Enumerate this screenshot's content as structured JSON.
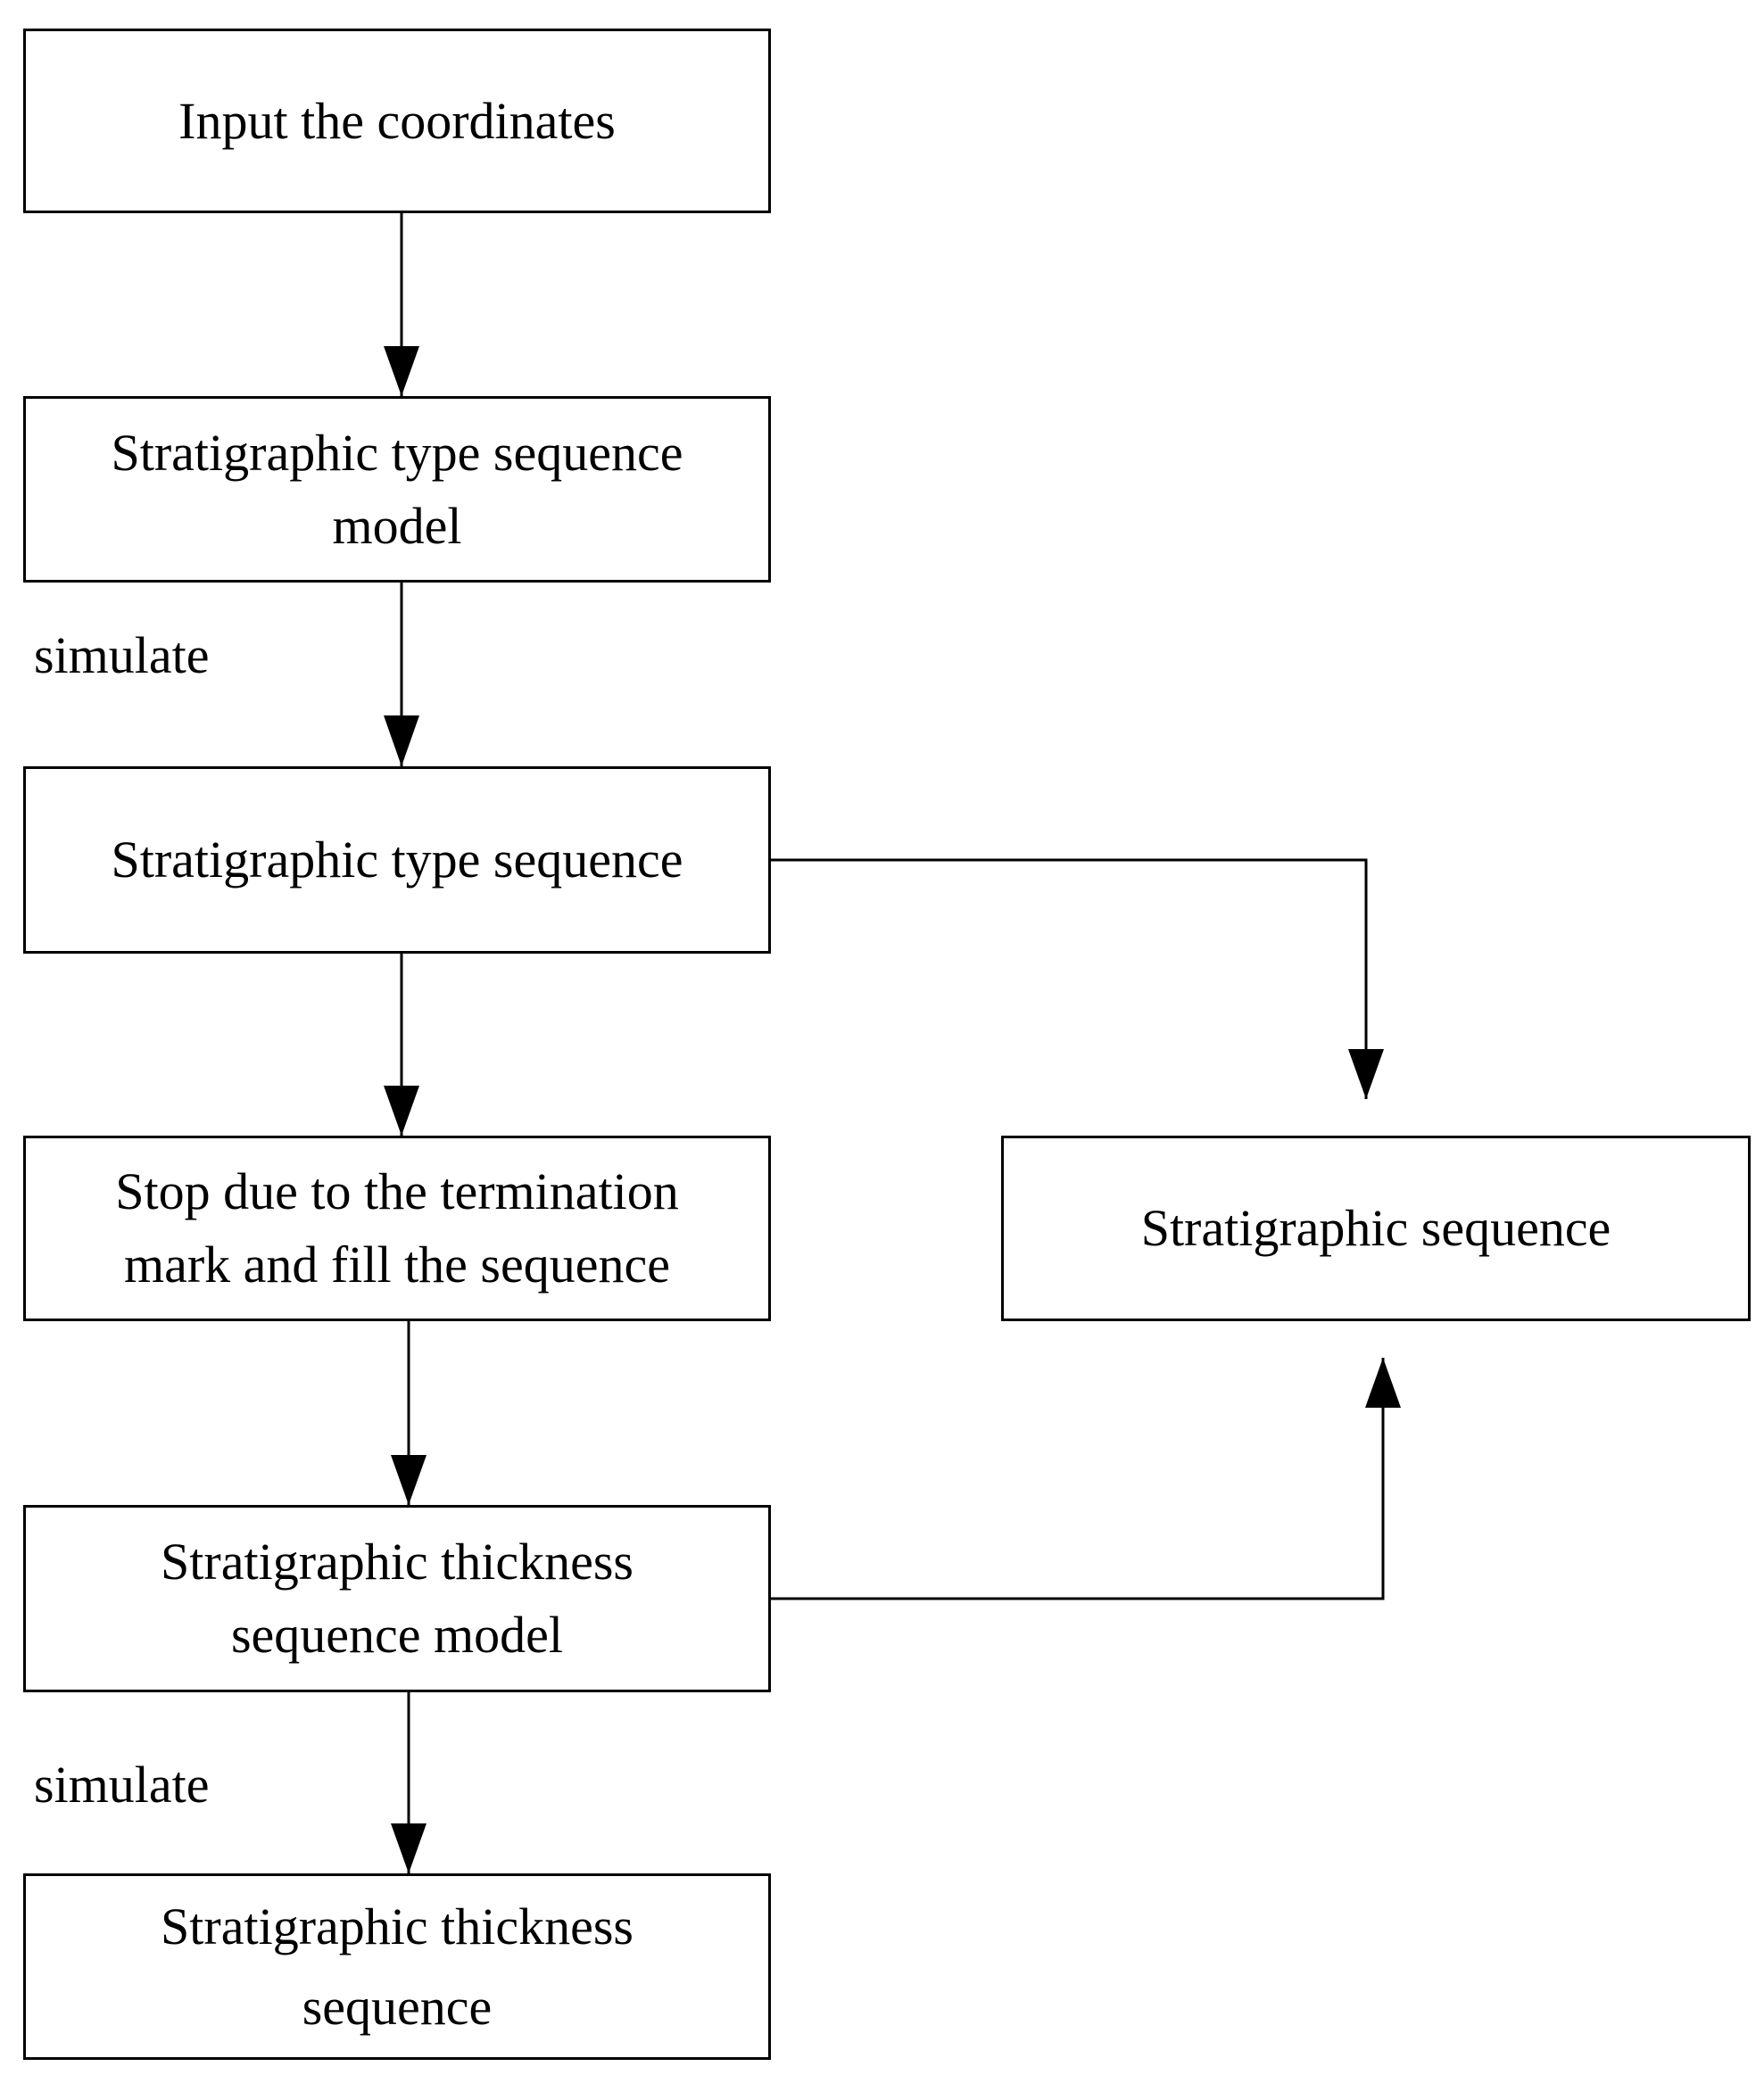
{
  "diagram": {
    "nodes": [
      {
        "id": "input_coordinates",
        "label": "Input the coordinates"
      },
      {
        "id": "type_sequence_model",
        "label": "Stratigraphic type sequence model"
      },
      {
        "id": "type_sequence",
        "label": "Stratigraphic type sequence"
      },
      {
        "id": "stop_fill",
        "label": "Stop due to the termination mark and fill the sequence"
      },
      {
        "id": "thickness_sequence_model",
        "label": "Stratigraphic thickness sequence model"
      },
      {
        "id": "thickness_sequence",
        "label": "Stratigraphic thickness sequence"
      },
      {
        "id": "stratigraphic_sequence",
        "label": "Stratigraphic sequence"
      }
    ],
    "edge_labels": {
      "simulate_1": "simulate",
      "simulate_2": "simulate"
    },
    "edges": [
      {
        "from": "input_coordinates",
        "to": "type_sequence_model"
      },
      {
        "from": "type_sequence_model",
        "to": "type_sequence",
        "label": "simulate"
      },
      {
        "from": "type_sequence",
        "to": "stop_fill"
      },
      {
        "from": "type_sequence",
        "to": "stratigraphic_sequence"
      },
      {
        "from": "stop_fill",
        "to": "thickness_sequence_model"
      },
      {
        "from": "thickness_sequence_model",
        "to": "thickness_sequence",
        "label": "simulate"
      },
      {
        "from": "thickness_sequence_model",
        "to": "stratigraphic_sequence"
      }
    ]
  },
  "colors": {
    "stroke": "#000000",
    "background": "#ffffff"
  }
}
